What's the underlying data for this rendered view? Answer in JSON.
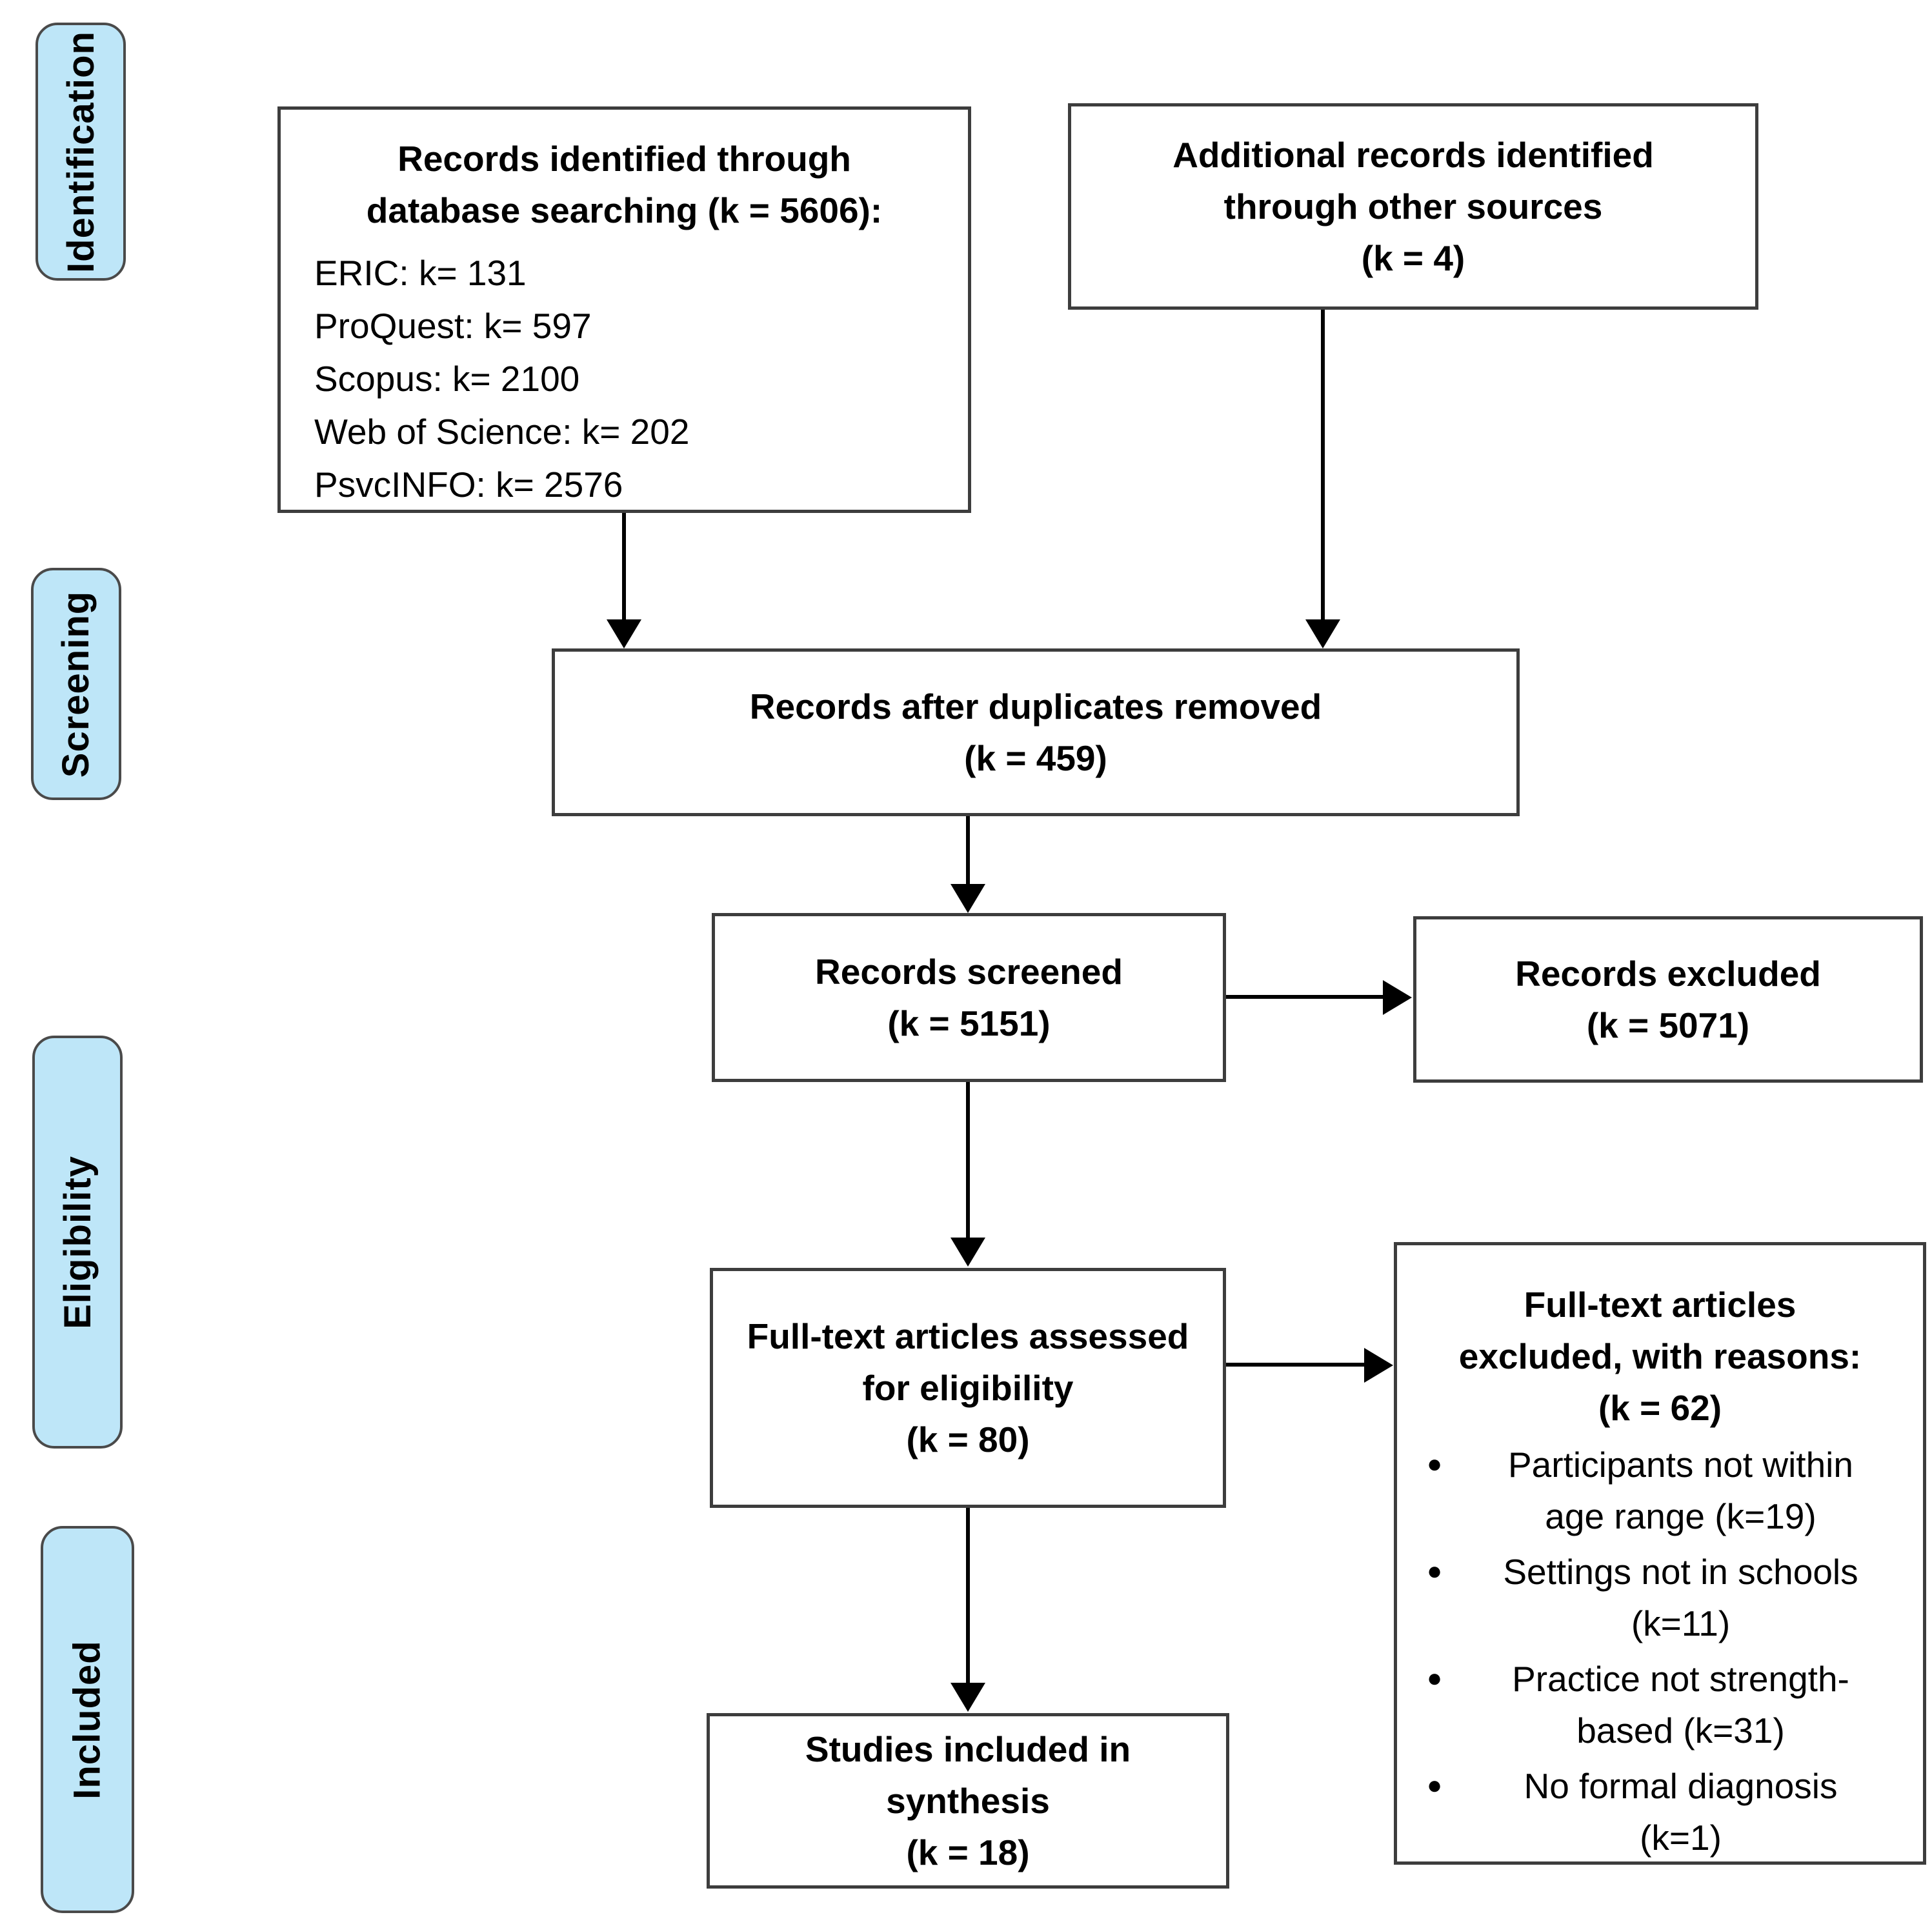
{
  "diagram": {
    "stages": [
      "Identification",
      "Screening",
      "Eligibility",
      "Included"
    ],
    "glyphs": {
      "bullet": "●"
    },
    "colors": {
      "stage_fill": "#BEE6F8",
      "stage_border": "#4A4A4A",
      "box_border": "#3D3D3D",
      "arrow": "#000000",
      "text": "#000000",
      "background": "#FFFFFF"
    },
    "boxes": {
      "records_identified": {
        "title_lines": [
          "Records identified through",
          "database searching (k = 5606):"
        ],
        "sources": [
          "ERIC: k= 131",
          "ProQuest: k= 597",
          "Scopus: k= 2100",
          "Web of Science: k= 202",
          "PsvcINFO: k= 2576"
        ]
      },
      "additional_records": {
        "title_lines": [
          "Additional records identified",
          "through other sources"
        ],
        "count": "(k = 4)"
      },
      "duplicates_removed": {
        "title_lines": [
          "Records after duplicates removed"
        ],
        "count": "(k = 459)"
      },
      "records_screened": {
        "title_lines": [
          "Records screened"
        ],
        "count": "(k = 5151)"
      },
      "records_excluded": {
        "title_lines": [
          "Records excluded"
        ],
        "count": "(k = 5071)"
      },
      "fulltext_assessed": {
        "title_lines": [
          "Full-text articles assessed",
          "for eligibility"
        ],
        "count": "(k = 80)"
      },
      "fulltext_excluded": {
        "title_lines": [
          "Full-text articles",
          "excluded, with reasons:"
        ],
        "count": "(k = 62)",
        "reasons": [
          [
            "Participants not within",
            "age range (k=19)"
          ],
          [
            "Settings not in schools",
            "(k=11)"
          ],
          [
            "Practice not strength-",
            "based (k=31)"
          ],
          [
            "No formal diagnosis",
            "(k=1)"
          ]
        ]
      },
      "studies_included": {
        "title_lines": [
          "Studies included in",
          "synthesis"
        ],
        "count": "(k = 18)"
      }
    }
  }
}
